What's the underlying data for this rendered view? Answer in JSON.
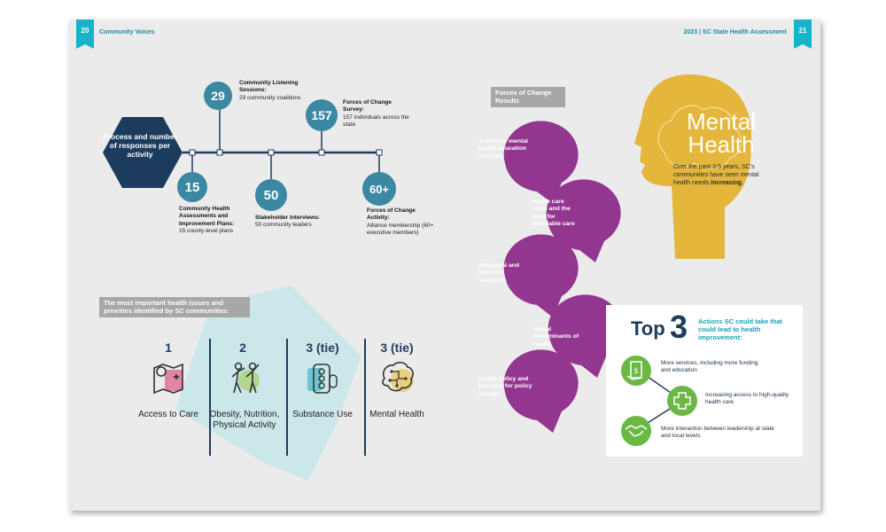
{
  "header": {
    "left_page_number": "20",
    "left_title": "Community Voices",
    "right_title": "2023  |  SC State Health Assessment",
    "right_page_number": "21"
  },
  "activities": {
    "hexagon_label": "Process and number of responses per activity",
    "items": [
      {
        "count": "29",
        "title": "Community Listening Sessions:",
        "detail": "29 community coalitions"
      },
      {
        "count": "157",
        "title": "Forces of Change Survey:",
        "detail": "157 individuals across the state"
      },
      {
        "count": "15",
        "title": "Community Health Assessments and Improvement Plans:",
        "detail": "15 county-level plans"
      },
      {
        "count": "50",
        "title": "Stakeholder Interviews:",
        "detail": "50 community leaders"
      },
      {
        "count": "60+",
        "title": "Forces of Change Activity:",
        "detail": "Alliance membership (60+ executive members)"
      }
    ]
  },
  "priorities": {
    "heading": "The most important health issues and priorities identified by SC communities:",
    "items": [
      {
        "rank": "1",
        "name": "Access to Care",
        "icon": "map-medical-icon"
      },
      {
        "rank": "2",
        "name": "Obesity, Nutrition, Physical Activity",
        "icon": "people-exercise-icon"
      },
      {
        "rank": "3 (tie)",
        "name": "Substance Use",
        "icon": "pills-icon"
      },
      {
        "rank": "3 (tie)",
        "name": "Mental Health",
        "icon": "brain-circuit-icon"
      }
    ]
  },
  "forces": {
    "heading": "Forces of Change Results",
    "items": [
      "Access to mental health education and care",
      "Health care costs and the need for affordable care",
      "Structural and systemic inequities",
      "Social determinants of health",
      "Health policy and the need for policy change"
    ]
  },
  "mental_health": {
    "title_line1": "Mental",
    "title_line2": "Health",
    "body_prefix": "Over the past 3-5 years, SC's communities have seen mental health needs ",
    "body_emphasis": "increasing",
    "body_suffix": "."
  },
  "top3": {
    "top_word": "Top",
    "top_number": "3",
    "subtitle": "Actions SC could take that could lead to health improvement:",
    "actions": [
      {
        "text": "More services, including more funding and education",
        "icon": "money-hand-icon"
      },
      {
        "text": "Increasing access to high-quality health care",
        "icon": "medical-cross-icon"
      },
      {
        "text": "More interaction between leadership at state and local levels",
        "icon": "handshake-icon"
      }
    ]
  },
  "colors": {
    "teal": "#16b3c9",
    "navy": "#1f3c5c",
    "circle_blue": "#3b88a3",
    "purple": "#93368f",
    "gold": "#e4b63b",
    "green": "#6bb844"
  }
}
